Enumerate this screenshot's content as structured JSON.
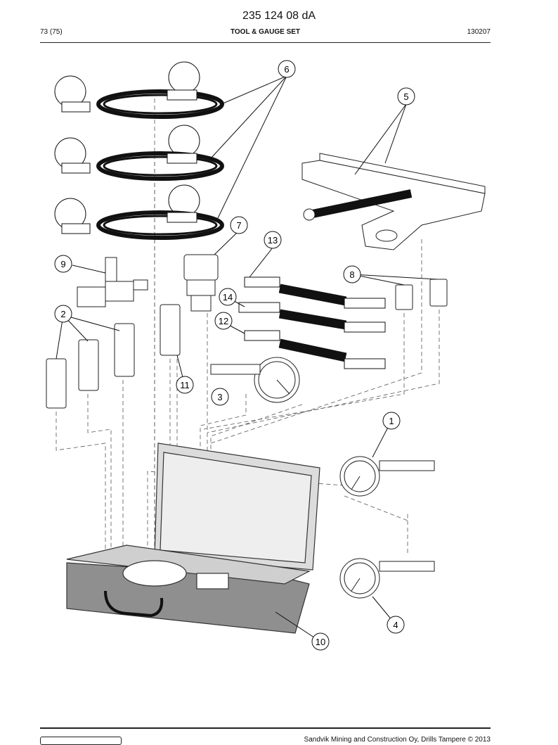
{
  "header": {
    "document_code": "235 124 08 dA",
    "page": "73 (75)",
    "title": "TOOL & GAUGE SET",
    "date": "130207"
  },
  "callouts": [
    "6",
    "5",
    "7",
    "13",
    "9",
    "8",
    "14",
    "2",
    "12",
    "11",
    "3",
    "1",
    "4",
    "10"
  ],
  "footer": {
    "copyright": "Sandvik Mining and Construction Oy, Drills Tampere © 2013"
  }
}
